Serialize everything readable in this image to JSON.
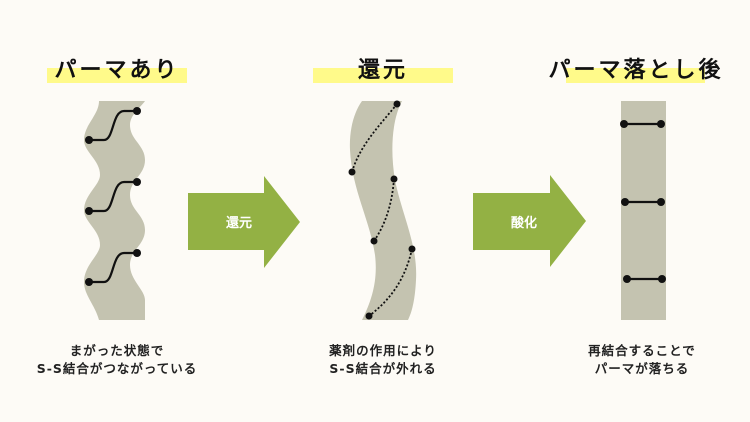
{
  "colors": {
    "background": "#fdfbf6",
    "highlight": "#fffa8a",
    "hair": "#c4c3b0",
    "arrow": "#93b144",
    "bond": "#111111"
  },
  "panels": [
    {
      "title": "パーマあり",
      "caption": [
        "まがった状態で",
        "S-S結合がつながっている"
      ]
    },
    {
      "title": "還元",
      "caption": [
        "薬剤の作用により",
        "S-S結合が外れる"
      ]
    },
    {
      "title": "パーマ落とし後",
      "caption": [
        "再結合することで",
        "パーマが落ちる"
      ]
    }
  ],
  "arrows": [
    {
      "label": "還元"
    },
    {
      "label": "酸化"
    }
  ]
}
